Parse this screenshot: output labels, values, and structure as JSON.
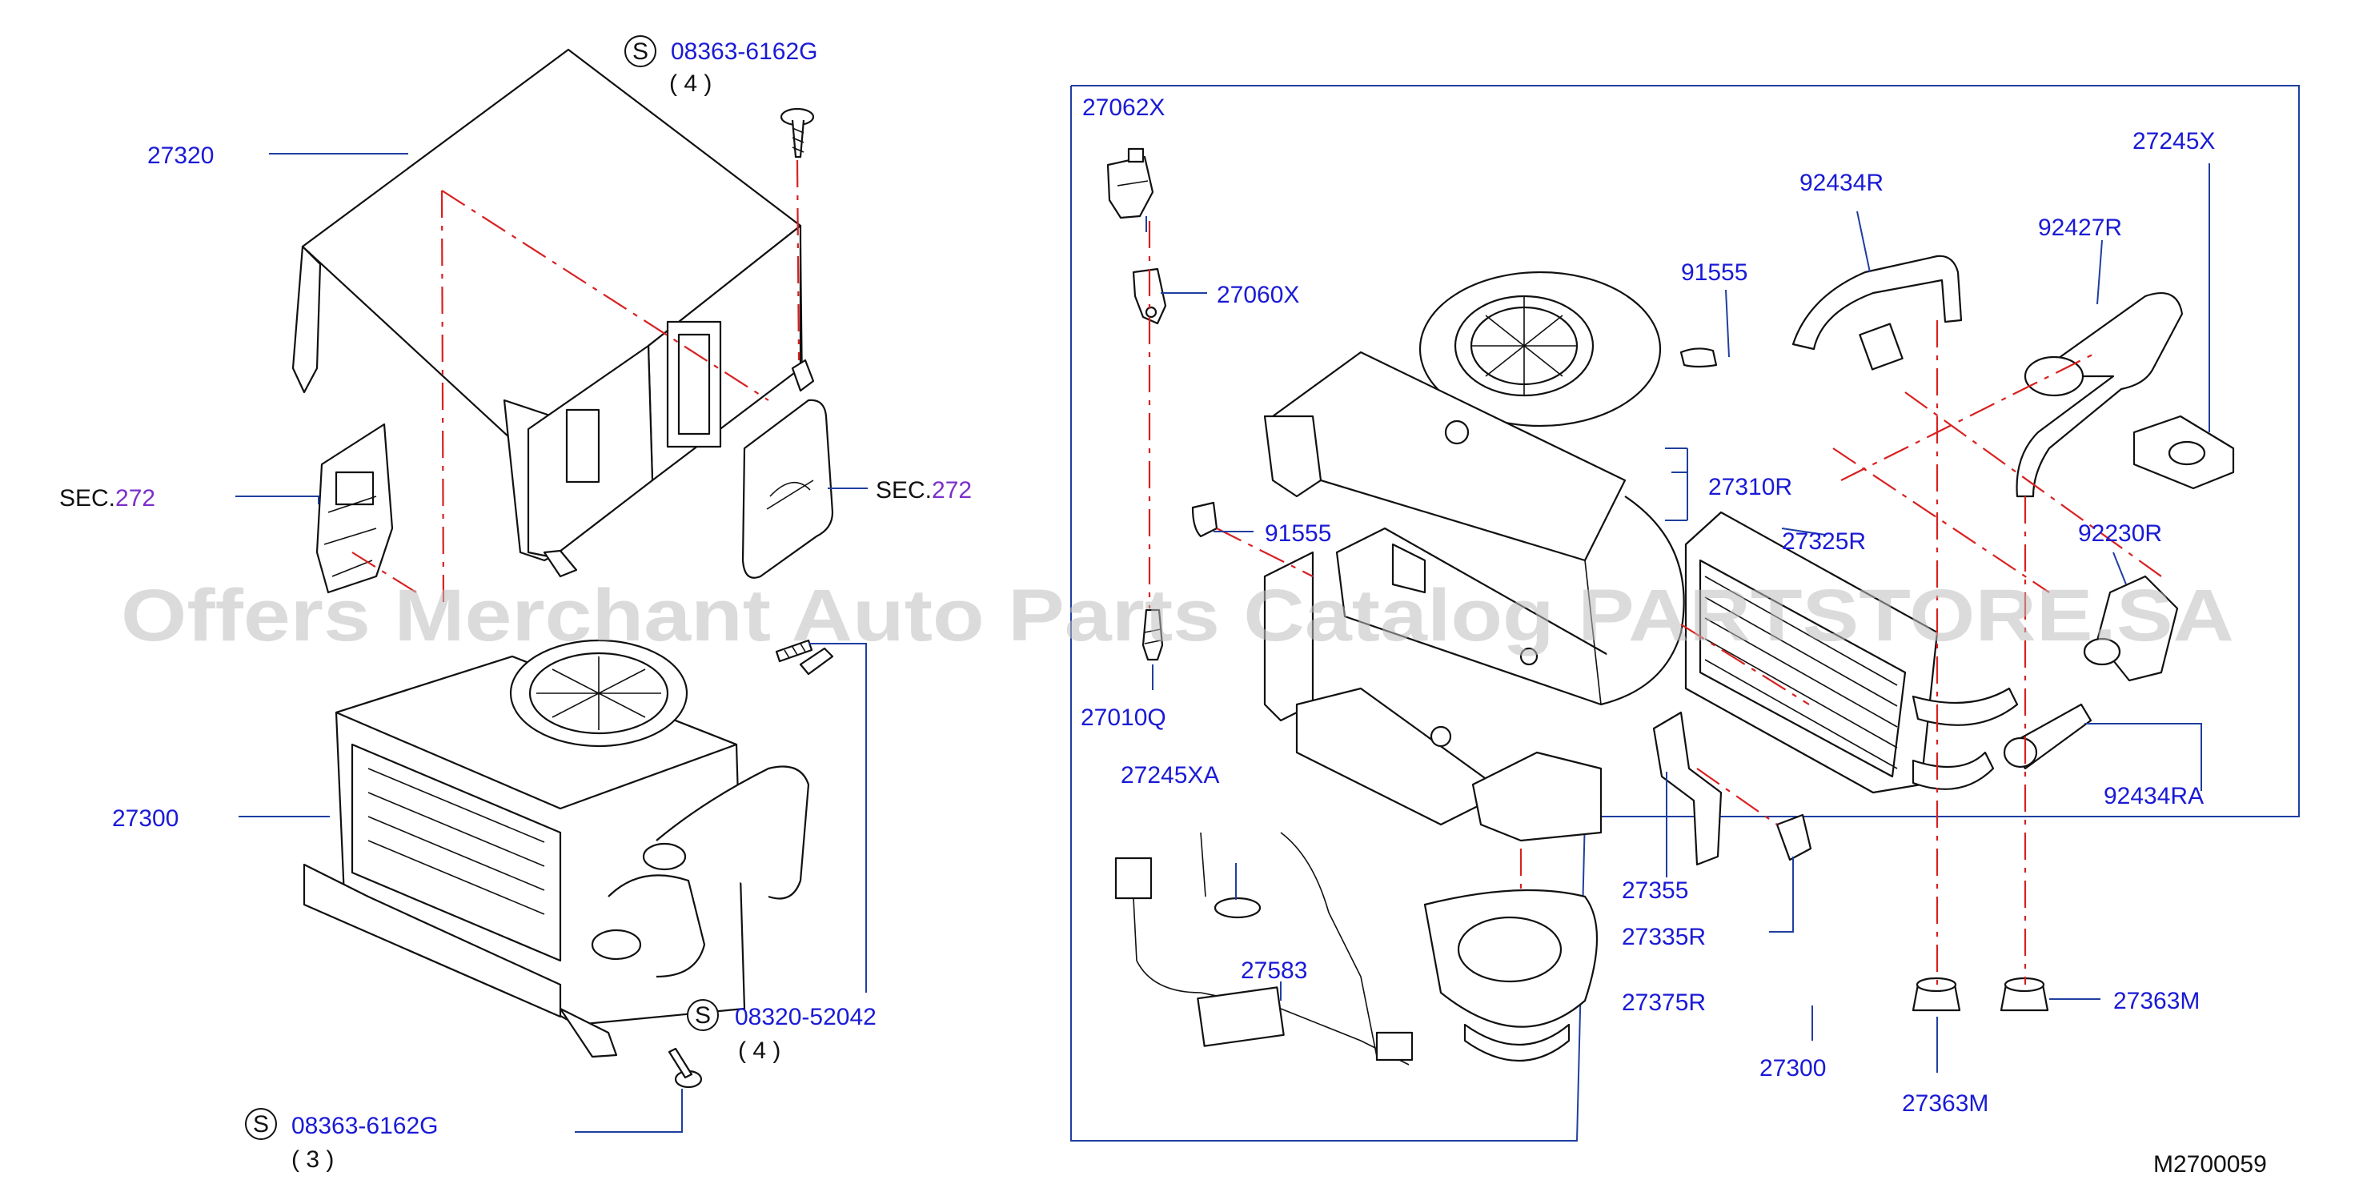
{
  "watermark": "Offers Merchant Auto Parts Catalog PARTSTORE.SA",
  "diagram_code": "M2700059",
  "screw_symbol": "S",
  "labels": {
    "p27320": "27320",
    "sec_left": "SEC.",
    "sec_left_num": "272",
    "sec_right": "SEC.",
    "sec_right_num": "272",
    "p27300_left": "27300",
    "screw_top_pn": "08363-6162G",
    "screw_top_qty": "( 4 )",
    "screw_mid_pn": "08320-52042",
    "screw_mid_qty": "( 4 )",
    "screw_bot_pn": "08363-6162G",
    "screw_bot_qty": "( 3 )",
    "p27062X": "27062X",
    "p27060X": "27060X",
    "p91555_top": "91555",
    "p91555_mid": "91555",
    "p27010Q": "27010Q",
    "p27245XA": "27245XA",
    "p27583": "27583",
    "p92434R": "92434R",
    "p92427R": "92427R",
    "p27245X": "27245X",
    "p27310R": "27310R",
    "p27325R": "27325R",
    "p92230R": "92230R",
    "p92434RA": "92434RA",
    "p27355": "27355",
    "p27335R": "27335R",
    "p27375R": "27375R",
    "p27300_right": "27300",
    "p27363M_right": "27363M",
    "p27363M_bottom": "27363M"
  },
  "colors": {
    "part_number": "#1a1ad6",
    "section_ref": "#7a2fc8",
    "leader_line": "#1f3fa0",
    "centerline": "#d92020"
  }
}
